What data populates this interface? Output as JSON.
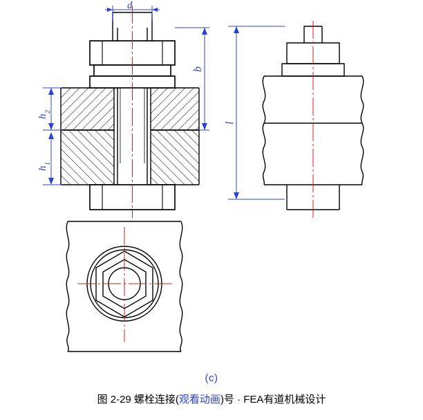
{
  "figure": {
    "title": "bolted joint engineering drawing",
    "views": [
      {
        "name": "front-section-view",
        "label": ""
      },
      {
        "name": "side-view",
        "label": ""
      },
      {
        "name": "top-view",
        "label": ""
      }
    ],
    "dimension_labels": [
      {
        "name": "d",
        "text": "d"
      },
      {
        "name": "b",
        "text": "b"
      },
      {
        "name": "h2",
        "text": "h"
      },
      {
        "name": "h2sub",
        "text": "2"
      },
      {
        "name": "h1",
        "text": "h"
      },
      {
        "name": "h1sub",
        "text": "1"
      },
      {
        "name": "l",
        "text": "l"
      }
    ],
    "colors": {
      "outline": "#000000",
      "dimension": "#2c3fd6",
      "centerline": "#d02020",
      "caption_blue": "#2c3fd6"
    }
  },
  "sub_label": "(c)",
  "caption": {
    "prefix": "图 2-29  螺栓连接(",
    "link": "观看动画",
    "suffix": ")号 · FEA有道机械设计"
  }
}
